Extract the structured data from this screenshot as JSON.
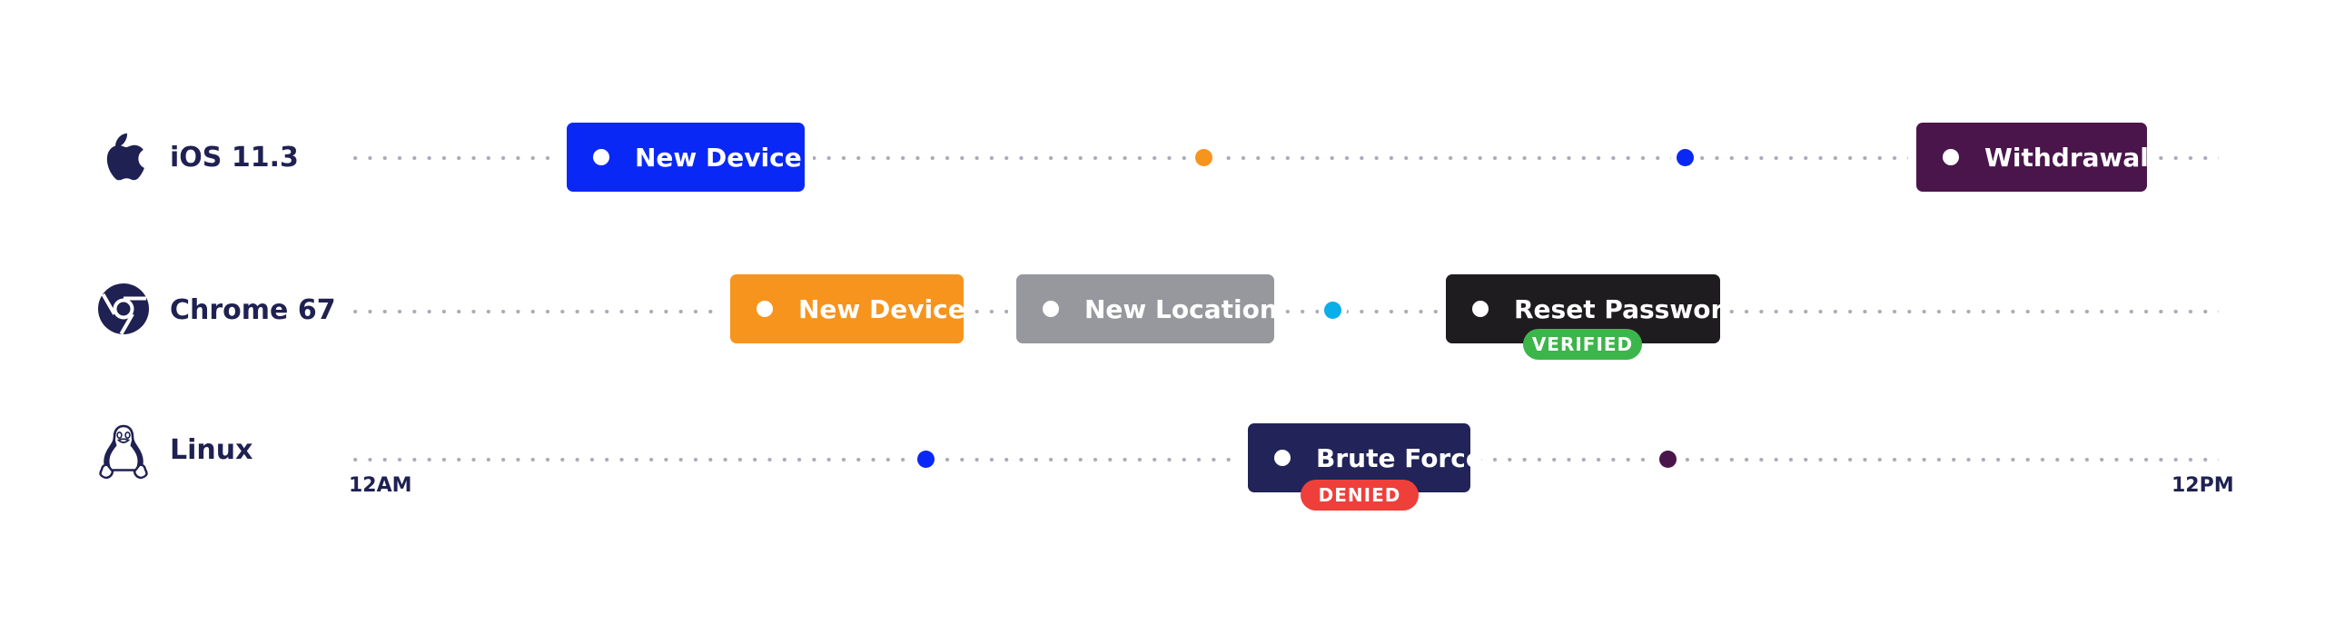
{
  "colors": {
    "text": "#1f2152",
    "blue": "#0a28f5",
    "orange": "#f7941d",
    "gray": "#97989d",
    "black": "#1f1c1f",
    "purple": "#4a154b",
    "navy": "#222358",
    "cyan": "#0aaee8",
    "green": "#3cb54a",
    "red": "#ef3f3a"
  },
  "rows": [
    {
      "label": "iOS 11.3",
      "icon": "apple-icon",
      "events": [
        {
          "label": "New Device",
          "color": "#0a28f5"
        },
        {
          "label": "Withdrawal",
          "color": "#4a154b"
        }
      ],
      "markers": [
        {
          "color": "#f7941d"
        },
        {
          "color": "#0a28f5"
        }
      ]
    },
    {
      "label": "Chrome 67",
      "icon": "chrome-icon",
      "events": [
        {
          "label": "New Device",
          "color": "#f7941d"
        },
        {
          "label": "New Location",
          "color": "#97989d"
        },
        {
          "label": "Reset Password",
          "color": "#1f1c1f",
          "badge": "VERIFIED",
          "badge_color": "#3cb54a"
        }
      ],
      "markers": [
        {
          "color": "#0aaee8"
        }
      ]
    },
    {
      "label": "Linux",
      "icon": "linux-tux-icon",
      "events": [
        {
          "label": "Brute Force",
          "color": "#222358",
          "badge": "DENIED",
          "badge_color": "#ef3f3a"
        }
      ],
      "markers": [
        {
          "color": "#0a28f5"
        },
        {
          "color": "#4a154b"
        }
      ]
    }
  ],
  "axis": {
    "start_label": "12AM",
    "end_label": "12PM"
  }
}
